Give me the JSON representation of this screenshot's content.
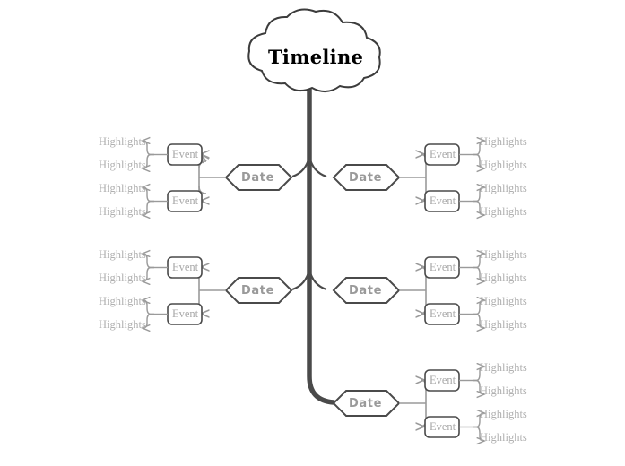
{
  "diagram": {
    "type": "mind-map",
    "title": "Timeline",
    "background_color": "#ffffff",
    "palette": {
      "trunk": "#4a4a4a",
      "node_border": "#4a4a4a",
      "connector": "#999999",
      "cloud_outline": "#3c3c3c",
      "cloud_fill": "#ffffff",
      "title_text": "#000000",
      "date_text": "#9a9a9a",
      "event_text": "#a8a8a8",
      "highlight_text": "#b0b0b0"
    },
    "root": {
      "shape": "cloud",
      "label": "Timeline"
    },
    "branches": [
      {
        "id": "branch-1-left",
        "side": "left",
        "date": {
          "shape": "hexagon",
          "label": "Date"
        },
        "events": [
          {
            "label": "Event",
            "highlights": [
              "Highlights",
              "Highlights"
            ]
          },
          {
            "label": "Event",
            "highlights": [
              "Highlights",
              "Highlights"
            ]
          }
        ]
      },
      {
        "id": "branch-1-right",
        "side": "right",
        "date": {
          "shape": "hexagon",
          "label": "Date"
        },
        "events": [
          {
            "label": "Event",
            "highlights": [
              "Highlights",
              "Highlights"
            ]
          },
          {
            "label": "Event",
            "highlights": [
              "Highlights",
              "Highlights"
            ]
          }
        ]
      },
      {
        "id": "branch-2-left",
        "side": "left",
        "date": {
          "shape": "hexagon",
          "label": "Date"
        },
        "events": [
          {
            "label": "Event",
            "highlights": [
              "Highlights",
              "Highlights"
            ]
          },
          {
            "label": "Event",
            "highlights": [
              "Highlights",
              "Highlights"
            ]
          }
        ]
      },
      {
        "id": "branch-2-right",
        "side": "right",
        "date": {
          "shape": "hexagon",
          "label": "Date"
        },
        "events": [
          {
            "label": "Event",
            "highlights": [
              "Highlights",
              "Highlights"
            ]
          },
          {
            "label": "Event",
            "highlights": [
              "Highlights",
              "Highlights"
            ]
          }
        ]
      },
      {
        "id": "branch-3-right",
        "side": "right",
        "date": {
          "shape": "hexagon",
          "label": "Date"
        },
        "events": [
          {
            "label": "Event",
            "highlights": [
              "Highlights",
              "Highlights"
            ]
          },
          {
            "label": "Event",
            "highlights": [
              "Highlights",
              "Highlights"
            ]
          }
        ]
      }
    ]
  }
}
